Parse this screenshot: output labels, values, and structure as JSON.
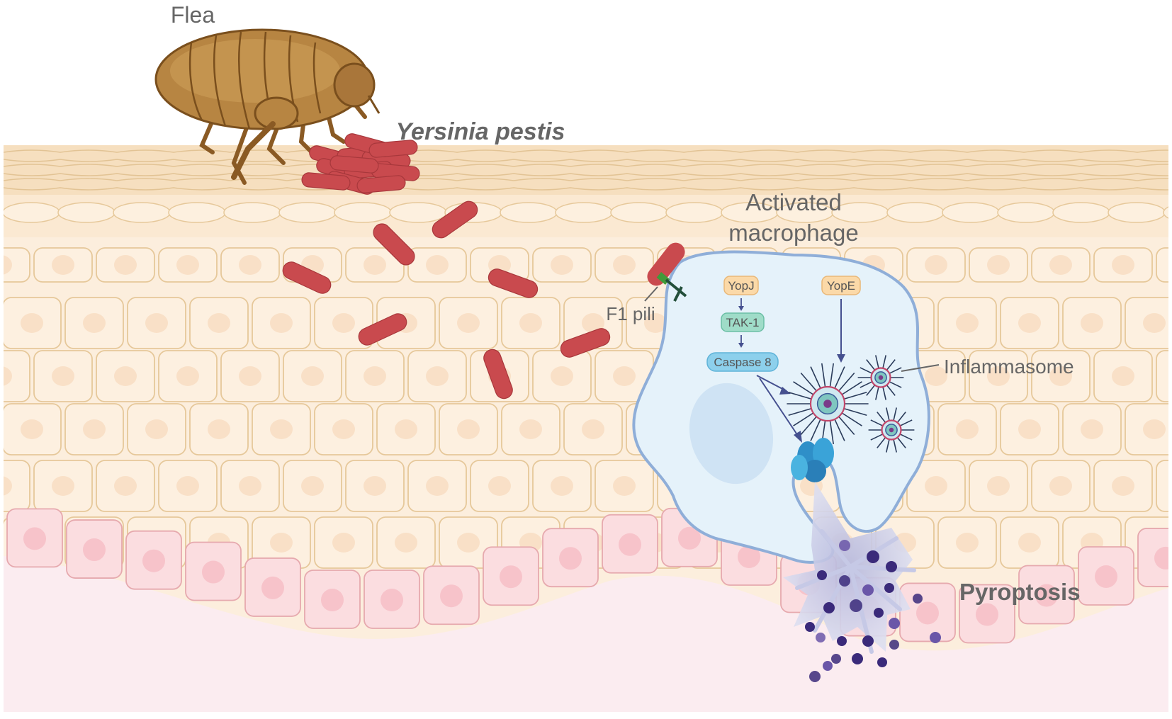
{
  "labels": {
    "flea": "Flea",
    "bacterium": "Yersinia pestis",
    "macrophage_line1": "Activated",
    "macrophage_line2": "macrophage",
    "f1_pili": "F1 pili",
    "inflammasome": "Inflammasome",
    "pyroptosis": "Pyroptosis"
  },
  "pathway": {
    "yopj": "YopJ",
    "tak1": "TAK-1",
    "caspase8": "Caspase 8",
    "yope": "YopE"
  },
  "colors": {
    "bacteria": "#c94a4e",
    "tissue": "#fbe8d0",
    "cell_outline": "#e6c89a",
    "basal_cell": "#fbdde0",
    "macrophage_fill": "#e5f2fa",
    "macrophage_outline": "#8faed8",
    "yop_box": "#fbd9a8",
    "tak_box": "#9fdcc8",
    "caspase_box": "#8dd0ec",
    "pyroptosis_dot": "#3a2a7a"
  }
}
